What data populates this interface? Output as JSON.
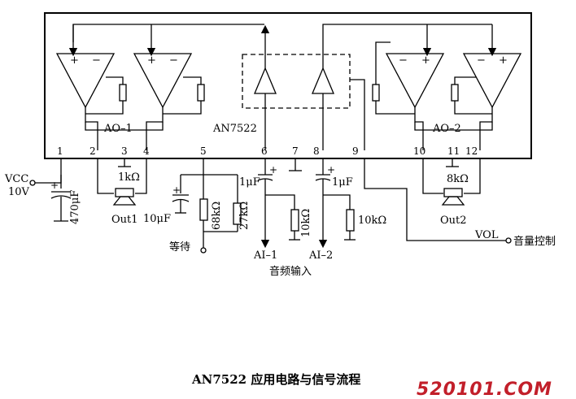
{
  "ic": {
    "name": "AN7522",
    "amp_left": "AO–1",
    "amp_right": "AO–2",
    "pins": [
      "1",
      "2",
      "3",
      "4",
      "5",
      "6",
      "7",
      "8",
      "9",
      "10",
      "11",
      "12"
    ]
  },
  "components": {
    "vcc": "VCC",
    "vcc_voltage": "10V",
    "cap_470": "470μF",
    "cap_10": "10μF",
    "cap_1a": "1μF",
    "cap_1b": "1μF",
    "res_1k": "1kΩ",
    "res_68k": "68kΩ",
    "res_27k": "27kΩ",
    "res_10k_a": "10kΩ",
    "res_10k_b": "10kΩ",
    "res_8k": "8kΩ",
    "speaker_1": "Out1",
    "speaker_2": "Out2",
    "input_1": "AI–1",
    "input_2": "AI–2",
    "vol": "VOL",
    "standby": "等待",
    "audio_input": "音频输入",
    "volume_control": "音量控制"
  },
  "title": "AN7522 应用电路与信号流程",
  "watermark": "520101.COM",
  "colors": {
    "ink": "#000000",
    "watermark": "#c21f2a"
  }
}
